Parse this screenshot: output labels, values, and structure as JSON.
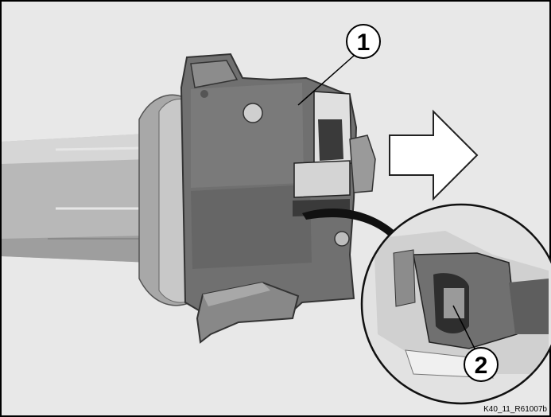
{
  "callouts": {
    "part_1": "1",
    "part_2": "2"
  },
  "figure_id": "K40_11_R61007b",
  "colors": {
    "frame": "#000000",
    "background": "#e6e6e6",
    "housing": "#6e6e6e",
    "housing_dark": "#4a4a4a",
    "stalk": "#bdbdbd",
    "ring": "#9a9a9a",
    "arrow_fill": "#ffffff"
  }
}
